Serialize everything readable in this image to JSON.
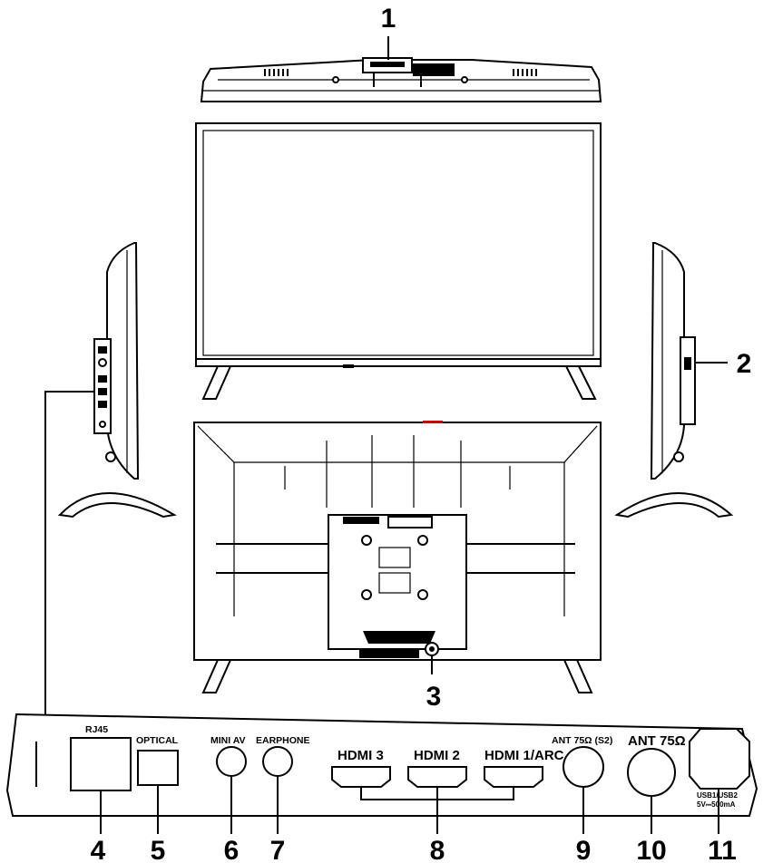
{
  "callouts": {
    "top_connector": "1",
    "side_button": "2",
    "rear_joystick": "3",
    "rj45": "4",
    "optical": "5",
    "mini_av": "6",
    "earphone": "7",
    "hdmi": "8",
    "ant_s2": "9",
    "ant": "10",
    "usb": "11"
  },
  "port_panel": {
    "rj45_label": "RJ45",
    "optical_label": "OPTICAL",
    "mini_av_label": "MINI AV",
    "earphone_label": "EARPHONE",
    "hdmi3_label": "HDMI 3",
    "hdmi2_label": "HDMI 2",
    "hdmi1_label": "HDMI 1/ARC",
    "ant_s2_label": "ANT 75Ω (S2)",
    "ant_label": "ANT 75Ω",
    "usb_label": "USB1/USB2",
    "usb_rating": "5V⎓500mA"
  }
}
